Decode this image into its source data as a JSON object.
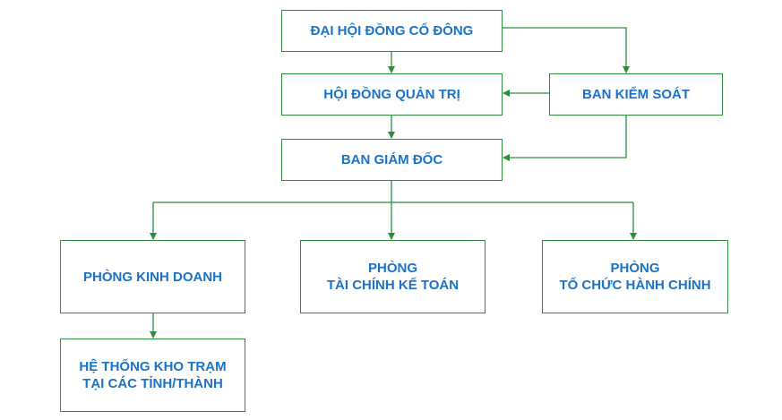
{
  "colors": {
    "box_border": "#2e8b3e",
    "arrow": "#2e8b3e",
    "text": "#1a73c9",
    "background": "#ffffff"
  },
  "nodes": {
    "general_meeting": "ĐẠI HỘI ĐỒNG CỔ ĐÔNG",
    "board_of_directors": "HỘI ĐỒNG QUẢN TRỊ",
    "supervisory_board": "BAN KIỂM SOÁT",
    "executive_board": "BAN GIÁM ĐỐC",
    "business_dept": "PHÒNG KINH DOANH",
    "finance_dept": "PHÒNG\nTÀI CHÍNH KẾ TOÁN",
    "admin_dept": "PHÒNG\nTỔ CHỨC HÀNH CHÍNH",
    "warehouse_system": "HỆ THỐNG KHO TRẠM\nTẠI CÁC TỈNH/THÀNH"
  },
  "edges": [
    {
      "from": "general_meeting",
      "to": "board_of_directors"
    },
    {
      "from": "general_meeting",
      "to": "supervisory_board"
    },
    {
      "from": "supervisory_board",
      "to": "board_of_directors"
    },
    {
      "from": "supervisory_board",
      "to": "executive_board"
    },
    {
      "from": "board_of_directors",
      "to": "executive_board"
    },
    {
      "from": "executive_board",
      "to": "business_dept"
    },
    {
      "from": "executive_board",
      "to": "finance_dept"
    },
    {
      "from": "executive_board",
      "to": "admin_dept"
    },
    {
      "from": "business_dept",
      "to": "warehouse_system"
    }
  ]
}
